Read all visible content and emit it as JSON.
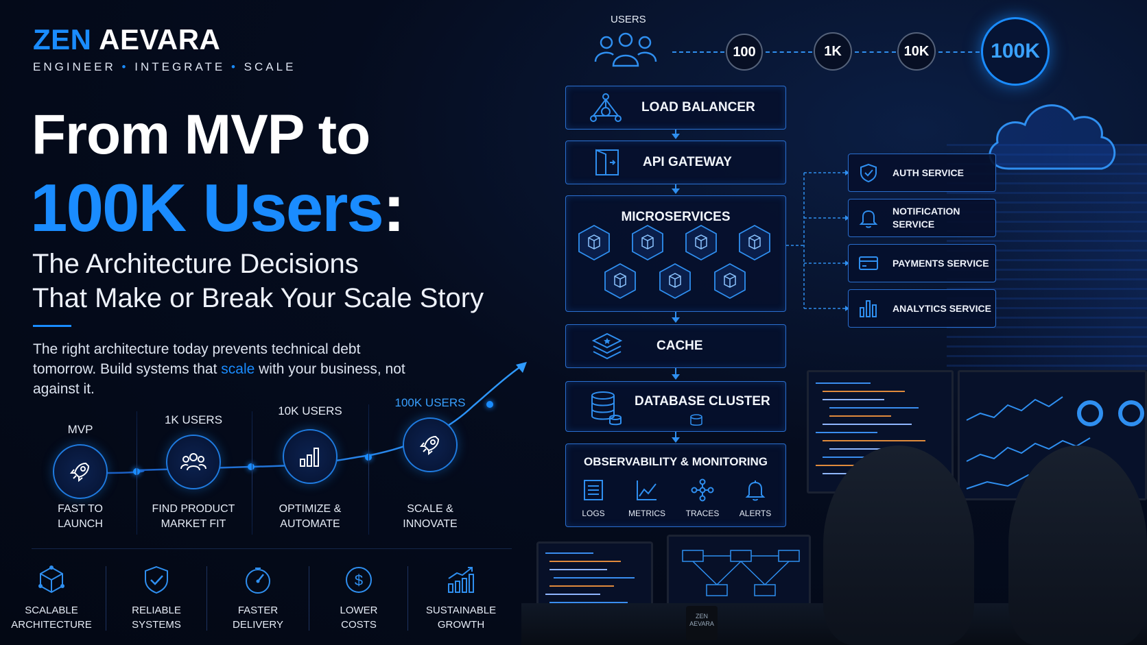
{
  "brand": {
    "first": "ZEN",
    "second": "AEVARA",
    "tagline": [
      "ENGINEER",
      "INTEGRATE",
      "SCALE"
    ]
  },
  "headline": {
    "line1": "From MVP to",
    "line2": "100K Users",
    "colon": ":",
    "sub1": "The Architecture Decisions",
    "sub2": "That Make or Break Your Scale Story"
  },
  "intro": {
    "before": "The right architecture today prevents technical debt tomorrow. Build systems that ",
    "highlight": "scale",
    "after": " with your business, not against it."
  },
  "journey": [
    {
      "title": "MVP",
      "desc1": "FAST TO",
      "desc2": "LAUNCH",
      "icon": "rocket-icon"
    },
    {
      "title": "1K USERS",
      "desc1": "FIND PRODUCT",
      "desc2": "MARKET FIT",
      "icon": "users-icon"
    },
    {
      "title": "10K USERS",
      "desc1": "OPTIMIZE &",
      "desc2": "AUTOMATE",
      "icon": "bar-chart-icon"
    },
    {
      "title": "100K USERS",
      "desc1": "SCALE &",
      "desc2": "INNOVATE",
      "icon": "rocket-icon"
    }
  ],
  "benefits": [
    {
      "line1": "SCALABLE",
      "line2": "ARCHITECTURE",
      "icon": "cube-network-icon"
    },
    {
      "line1": "RELIABLE",
      "line2": "SYSTEMS",
      "icon": "shield-check-icon"
    },
    {
      "line1": "FASTER",
      "line2": "DELIVERY",
      "icon": "gauge-icon"
    },
    {
      "line1": "LOWER",
      "line2": "COSTS",
      "icon": "dollar-coin-icon"
    },
    {
      "line1": "SUSTAINABLE",
      "line2": "GROWTH",
      "icon": "growth-chart-icon"
    }
  ],
  "scale": {
    "label": "USERS",
    "steps": [
      "100",
      "1K",
      "10K",
      "100K"
    ]
  },
  "architecture": {
    "load_balancer": "LOAD BALANCER",
    "api_gateway": "API GATEWAY",
    "microservices": "MICROSERVICES",
    "cache": "CACHE",
    "database": "DATABASE CLUSTER",
    "observability": "OBSERVABILITY & MONITORING",
    "obs_items": [
      "LOGS",
      "METRICS",
      "TRACES",
      "ALERTS"
    ]
  },
  "services": [
    {
      "line1": "AUTH SERVICE",
      "line2": "",
      "icon": "shield-icon"
    },
    {
      "line1": "NOTIFICATION",
      "line2": "SERVICE",
      "icon": "bell-icon"
    },
    {
      "line1": "PAYMENTS SERVICE",
      "line2": "",
      "icon": "card-icon"
    },
    {
      "line1": "ANALYTICS SERVICE",
      "line2": "",
      "icon": "analytics-icon"
    }
  ],
  "mug": {
    "line1": "ZEN",
    "line2": "AEVARA"
  },
  "colors": {
    "accent": "#1a8cff",
    "background": "#050c1e",
    "box_border": "#2a6fd0"
  }
}
